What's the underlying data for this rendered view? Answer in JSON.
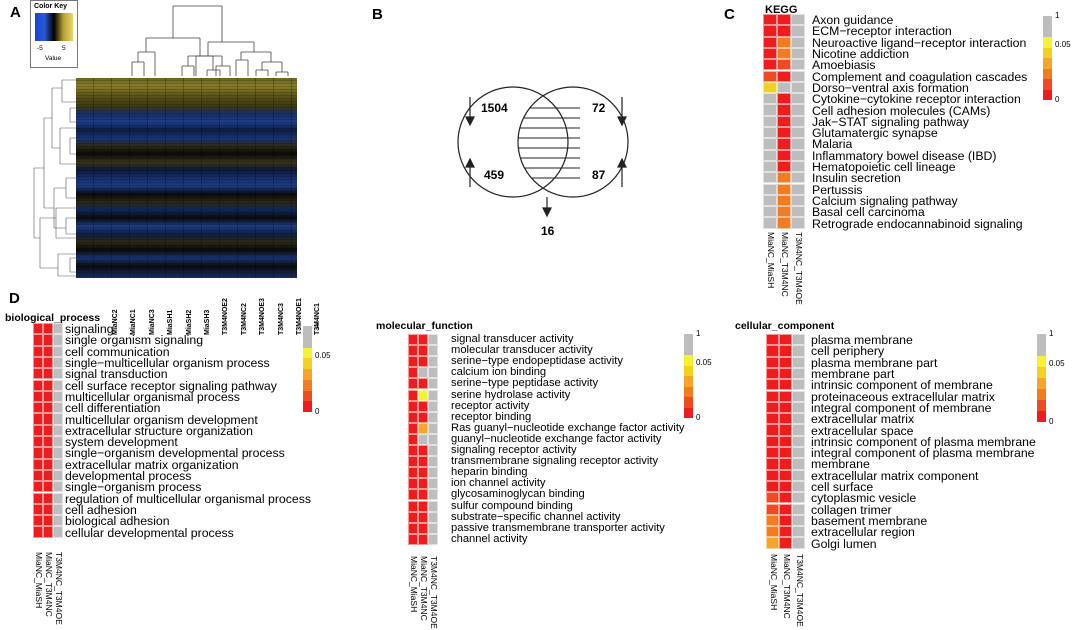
{
  "panels": {
    "a": "A",
    "b": "B",
    "c": "C",
    "d": "D"
  },
  "colors": {
    "sig0": "#ee1c1c",
    "sig1": "#f04a22",
    "sig2": "#f37b20",
    "sig3": "#f7a42a",
    "sig4": "#f3d21f",
    "sig5": "#f6f232",
    "ns": "#bdbdbd"
  },
  "heatmap": {
    "color_key_title": "Color Key",
    "value_label": "Value",
    "tick_neg": "-5",
    "tick_pos": "5",
    "columns": [
      "MiaNC2",
      "MiaNC1",
      "MiaNC3",
      "MiaSH1",
      "MiaSH2",
      "MiaSH3",
      "T3M4NOE2",
      "T3M4NC2",
      "T3M4NOE3",
      "T3M4NC3",
      "T3M4NOE1",
      "T3M4NC1"
    ]
  },
  "venn": {
    "left_up": "1504",
    "left_down": "459",
    "right_up": "72",
    "right_down": "87",
    "overlap": "16"
  },
  "enrichment_legend": {
    "top": "1",
    "mid": "0.05",
    "bottom": "0"
  },
  "kegg": {
    "title": "KEGG",
    "columns": [
      "MiaNC_MiaSH",
      "MiaNC_T3M4NC",
      "T3M4NC_T3M4OE"
    ],
    "terms": [
      "Axon guidance",
      "ECM−receptor interaction",
      "Neuroactive ligand−receptor interaction",
      "Nicotine addiction",
      "Amoebiasis",
      "Complement and coagulation cascades",
      "Dorso−ventral axis formation",
      "Cytokine−cytokine receptor interaction",
      "Cell adhesion molecules (CAMs)",
      "Jak−STAT signaling pathway",
      "Glutamatergic synapse",
      "Malaria",
      "Inflammatory bowel disease (IBD)",
      "Hematopoietic cell lineage",
      "Insulin secretion",
      "Pertussis",
      "Calcium signaling pathway",
      "Basal cell carcinoma",
      "Retrograde endocannabinoid signaling"
    ],
    "cells": [
      [
        0,
        0,
        6
      ],
      [
        0,
        0,
        6
      ],
      [
        0,
        2,
        6
      ],
      [
        0,
        2,
        6
      ],
      [
        0,
        1,
        6
      ],
      [
        1,
        0,
        6
      ],
      [
        4,
        6,
        6
      ],
      [
        6,
        0,
        6
      ],
      [
        6,
        0,
        6
      ],
      [
        6,
        0,
        6
      ],
      [
        6,
        0,
        6
      ],
      [
        6,
        0,
        6
      ],
      [
        6,
        0,
        6
      ],
      [
        6,
        0,
        6
      ],
      [
        6,
        2,
        6
      ],
      [
        6,
        2,
        6
      ],
      [
        6,
        2,
        6
      ],
      [
        6,
        2,
        6
      ],
      [
        6,
        2,
        6
      ]
    ]
  },
  "go_columns": [
    "MiaNC_MiaSH",
    "MiaNC_T3M4NC",
    "T3M4NC_T3M4OE"
  ],
  "bp": {
    "title": "biological_process",
    "terms": [
      "signaling",
      "single organism signaling",
      "cell communication",
      "single−multicellular organism process",
      "signal transduction",
      "cell surface receptor signaling pathway",
      "multicellular organismal process",
      "cell differentiation",
      "multicellular organism development",
      "extracellular structure organization",
      "system development",
      "single−organism developmental process",
      "extracellular matrix organization",
      "developmental process",
      "single−organism process",
      "regulation of multicellular organismal process",
      "cell adhesion",
      "biological adhesion",
      "cellular developmental process"
    ],
    "cells": [
      [
        0,
        0,
        6
      ],
      [
        0,
        0,
        6
      ],
      [
        0,
        0,
        6
      ],
      [
        0,
        0,
        6
      ],
      [
        0,
        0,
        6
      ],
      [
        0,
        0,
        6
      ],
      [
        0,
        0,
        6
      ],
      [
        0,
        0,
        6
      ],
      [
        0,
        0,
        6
      ],
      [
        0,
        0,
        6
      ],
      [
        0,
        0,
        6
      ],
      [
        0,
        0,
        6
      ],
      [
        0,
        0,
        6
      ],
      [
        0,
        0,
        6
      ],
      [
        0,
        0,
        6
      ],
      [
        0,
        0,
        6
      ],
      [
        0,
        0,
        6
      ],
      [
        0,
        0,
        6
      ],
      [
        0,
        0,
        6
      ]
    ]
  },
  "mf": {
    "title": "molecular_function",
    "terms": [
      "signal transducer activity",
      "molecular transducer activity",
      "serine−type endopeptidase activity",
      "calcium ion binding",
      "serine−type peptidase activity",
      "serine hydrolase activity",
      "receptor activity",
      "receptor binding",
      "Ras guanyl−nucleotide exchange factor activity",
      "guanyl−nucleotide exchange factor activity",
      "signaling receptor activity",
      "transmembrane signaling receptor activity",
      "heparin binding",
      "ion channel activity",
      "glycosaminoglycan binding",
      "sulfur compound binding",
      "substrate−specific channel activity",
      "passive transmembrane transporter activity",
      "channel activity"
    ],
    "cells": [
      [
        0,
        0,
        6
      ],
      [
        0,
        0,
        6
      ],
      [
        0,
        0,
        6
      ],
      [
        0,
        6,
        6
      ],
      [
        0,
        0,
        6
      ],
      [
        0,
        5,
        6
      ],
      [
        0,
        0,
        6
      ],
      [
        0,
        0,
        6
      ],
      [
        0,
        3,
        6
      ],
      [
        0,
        6,
        6
      ],
      [
        0,
        0,
        6
      ],
      [
        0,
        0,
        6
      ],
      [
        0,
        0,
        6
      ],
      [
        0,
        0,
        6
      ],
      [
        0,
        0,
        6
      ],
      [
        0,
        0,
        6
      ],
      [
        0,
        0,
        6
      ],
      [
        0,
        0,
        6
      ],
      [
        0,
        0,
        6
      ]
    ]
  },
  "cc": {
    "title": "cellular_component",
    "terms": [
      "plasma membrane",
      "cell periphery",
      "plasma membrane part",
      "membrane part",
      "intrinsic component of membrane",
      "proteinaceous extracellular matrix",
      "integral component of membrane",
      "extracellular matrix",
      "extracellular space",
      "intrinsic component of plasma membrane",
      "integral component of plasma membrane",
      "membrane",
      "extracellular matrix component",
      "cell surface",
      "cytoplasmic vesicle",
      "collagen trimer",
      "basement membrane",
      "extracellular region",
      "Golgi lumen"
    ],
    "cells": [
      [
        0,
        0,
        6
      ],
      [
        0,
        0,
        6
      ],
      [
        0,
        0,
        6
      ],
      [
        0,
        0,
        6
      ],
      [
        0,
        0,
        6
      ],
      [
        0,
        0,
        6
      ],
      [
        0,
        0,
        6
      ],
      [
        0,
        0,
        6
      ],
      [
        0,
        0,
        6
      ],
      [
        0,
        0,
        6
      ],
      [
        0,
        0,
        6
      ],
      [
        0,
        0,
        6
      ],
      [
        0,
        0,
        6
      ],
      [
        0,
        0,
        6
      ],
      [
        1,
        0,
        6
      ],
      [
        1,
        0,
        6
      ],
      [
        2,
        0,
        6
      ],
      [
        2,
        0,
        6
      ],
      [
        3,
        0,
        6
      ]
    ]
  }
}
